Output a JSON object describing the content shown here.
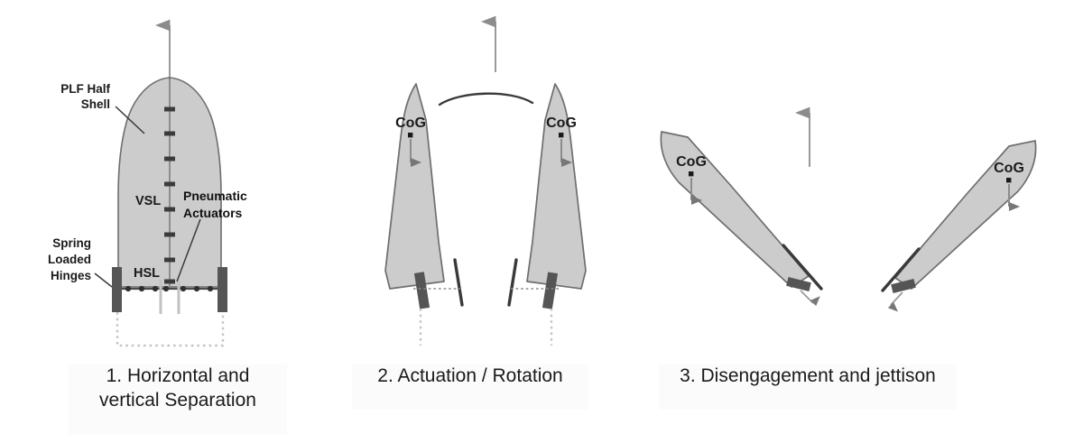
{
  "figure": {
    "title_present": false,
    "background_color": "#ffffff",
    "shell_fill": "#cccccc",
    "shell_stroke": "#6b6b6b",
    "hinge_color": "#555555",
    "arrow_color": "#8c8c8c",
    "dotted_color": "#bfbfbf",
    "text_color": "#1a1a1a"
  },
  "annotations": {
    "plf_half_shell": "PLF Half\nShell",
    "vsl": "VSL",
    "hsl": "HSL",
    "pneumatic_actuators": "Pneumatic\nActuators",
    "spring_loaded_hinges": "Spring\nLoaded\nHinges",
    "cog": "CoG"
  },
  "stages": [
    {
      "number": "1",
      "caption": "1. Horizontal and\nvertical Separation",
      "labels": [
        "PLF Half Shell",
        "VSL",
        "HSL",
        "Pneumatic Actuators",
        "Spring Loaded Hinges"
      ],
      "separation_dots": 8,
      "actuator_marks": 8,
      "up_arrow": true
    },
    {
      "number": "2",
      "caption": "2. Actuation / Rotation",
      "labels": [
        "CoG",
        "CoG"
      ],
      "rotation_arc": true,
      "up_arrow": true,
      "cog_count": 2
    },
    {
      "number": "3",
      "caption": "3. Disengagement and jettison",
      "labels": [
        "CoG",
        "CoG"
      ],
      "up_arrow": true,
      "cog_count": 2
    }
  ]
}
